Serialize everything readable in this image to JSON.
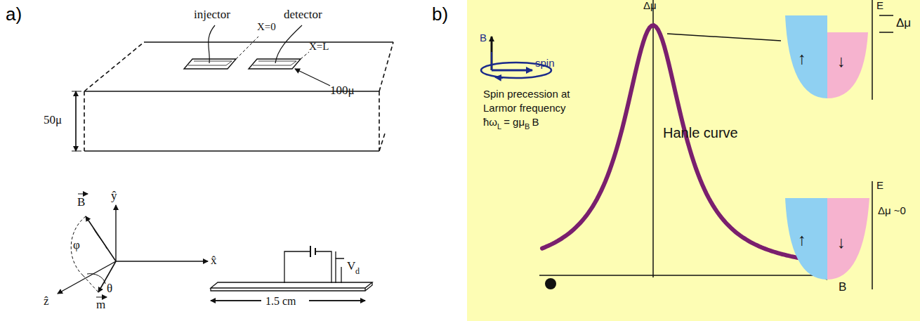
{
  "diagram": {
    "labels": [
      "a)",
      "injector",
      "detector",
      "X=0",
      "X=L",
      "50μ",
      "100μ",
      "ŷ",
      "B",
      "φ",
      "ẑ",
      "θ",
      "m",
      "x̂",
      "V",
      "d",
      "1.5 cm",
      "b)",
      "Δμ",
      "B",
      "spin",
      "Spin precession at",
      "Larmor frequency",
      "ħω",
      "L",
      "= gμ",
      "B",
      "B",
      "Hanle curve",
      "B",
      "E",
      "↑",
      "↓",
      "Δμ",
      "E",
      "↑",
      "↓",
      "Δμ ~0"
    ]
  }
}
